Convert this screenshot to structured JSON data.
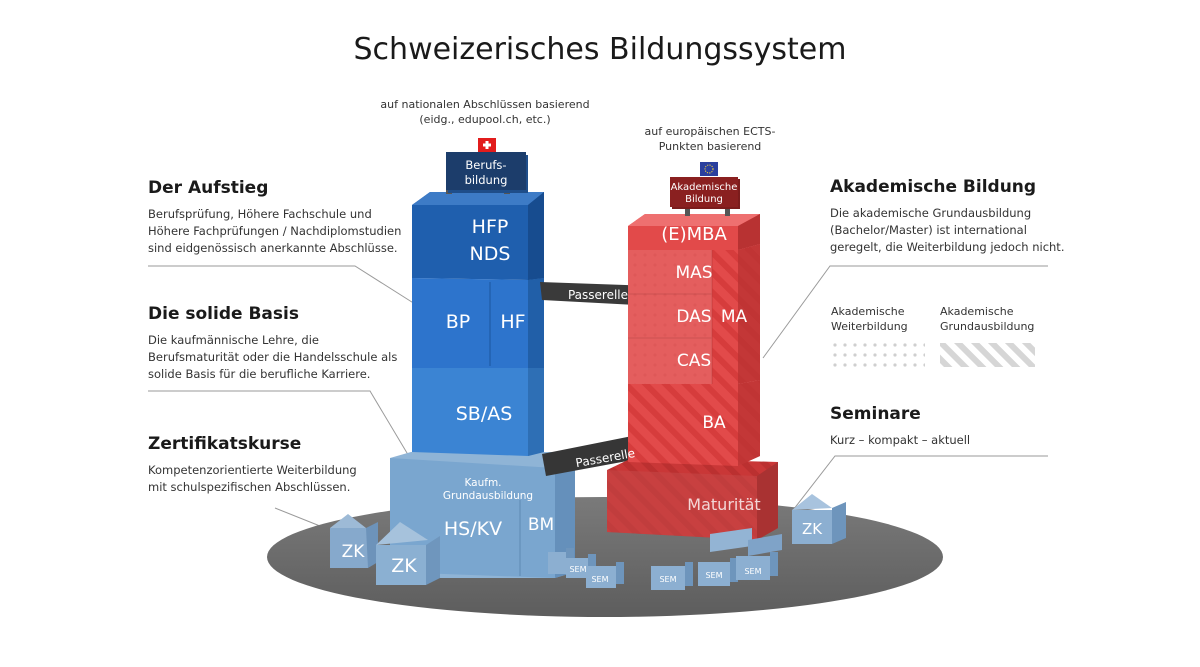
{
  "title": "Schweizerisches Bildungssystem",
  "left": [
    {
      "heading": "Der Aufstieg",
      "text": "Berufsprüfung, Höhere Fachschule und Höhere Fachprüfungen / Nachdiplomstudien sind eidgenössisch anerkannte Abschlüsse."
    },
    {
      "heading": "Die solide Basis",
      "text": "Die kaufmännische Lehre, die Berufsmaturität oder die Handelsschule als solide Basis für die berufliche Karriere."
    },
    {
      "heading": "Zertifikatskurse",
      "text": "Kompetenzorientierte Weiterbildung mit schulspezifischen Abschlüssen."
    }
  ],
  "right": [
    {
      "heading": "Akademische Bildung",
      "text": "Die akademische Grundausbildung (Bachelor/Master) ist international geregelt, die Weiterbildung jedoch nicht."
    },
    {
      "heading": "Seminare",
      "text": "Kurz – kompakt – aktuell"
    }
  ],
  "legend": {
    "weiter": "Akademische Weiterbildung",
    "grund": "Akademische Grundausbildung"
  },
  "hints": {
    "national": "auf nationalen Abschlüssen basierend (eidg., edupool.ch, etc.)",
    "ects": "auf europäischen ECTS-Punkten basierend"
  },
  "signs": {
    "beruf_line1": "Berufs-",
    "beruf_line2": "bildung",
    "akad_line1": "Akademische",
    "akad_line2": "Bildung"
  },
  "blocks": {
    "hfp": "HFP",
    "nds": "NDS",
    "bp": "BP",
    "hf": "HF",
    "sbas": "SB/AS",
    "kaufm1": "Kaufm.",
    "kaufm2": "Grundausbildung",
    "hskv": "HS/KV",
    "bm": "BM",
    "emba": "(E)MBA",
    "mas": "MAS",
    "das": "DAS",
    "cas": "CAS",
    "ma": "MA",
    "ba": "BA",
    "maturitaet": "Maturität",
    "passerelle1": "Passerelle",
    "passerelle2": "Passerelle",
    "zk1": "ZK",
    "zk2": "ZK",
    "zk3": "ZK",
    "sem1": "SEM",
    "sem2": "SEM",
    "sem3": "SEM",
    "sem4": "SEM",
    "sem5": "SEM"
  },
  "colors": {
    "blue_top": "#1d5a9e",
    "blue_mid": "#2f73c4",
    "blue_low": "#3d85cc",
    "blue_base": "#7fa6cc",
    "red": "#e04444",
    "red_base": "#c95a5a",
    "ground": "#6f6f6f",
    "passerelle": "#3a3a3a"
  }
}
